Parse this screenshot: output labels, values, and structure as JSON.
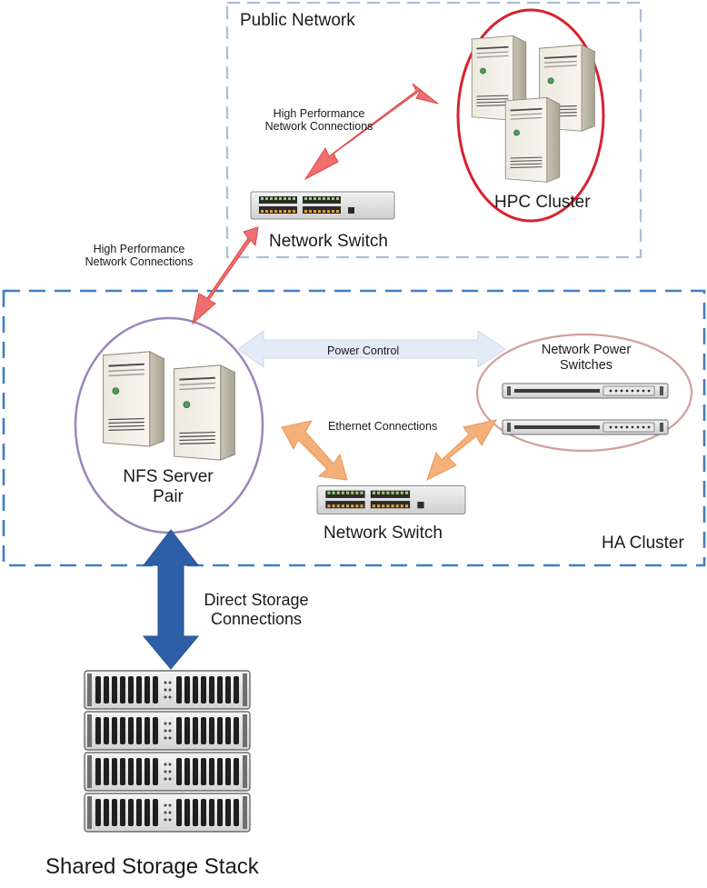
{
  "regions": {
    "public_network": "Public Network",
    "ha_cluster": "HA Cluster"
  },
  "nodes": {
    "hpc_cluster": "HPC Cluster",
    "network_switch_top": "Network Switch",
    "nfs_server_pair": "NFS Server\nPair",
    "network_power_switches": "Network Power\nSwitches",
    "network_switch_bottom": "Network Switch",
    "shared_storage": "Shared Storage Stack"
  },
  "connections": {
    "hpc_link": "High Performance\nNetwork Connections",
    "nfs_link": "High Performance\nNetwork Connections",
    "power_control": "Power Control",
    "ethernet": "Ethernet Connections",
    "direct_storage": "Direct Storage\nConnections"
  },
  "colors": {
    "region_public_border": "#a9bfd8",
    "region_ha_border": "#3f7fc1",
    "hpc_ellipse": "#d62230",
    "nfs_ellipse": "#9b86b8",
    "power_ellipse": "#d2a09b",
    "arrow_high_perf": "#ef6f6f",
    "arrow_power": "#e3ebf6",
    "arrow_ethernet": "#f3b07a",
    "arrow_storage": "#2d5fa8"
  }
}
